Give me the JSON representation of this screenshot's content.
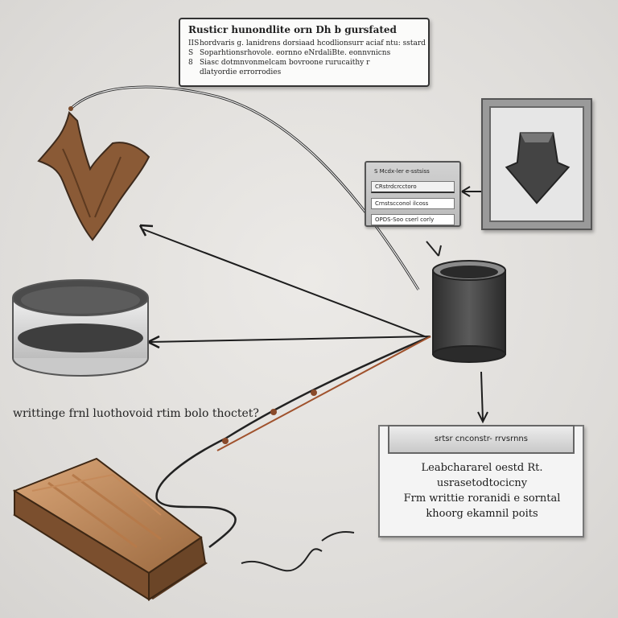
{
  "note_card": {
    "title": "Rusticr hunondlite orn Dh b gursfated",
    "lines": [
      {
        "num": "IIS",
        "text": "hordvaris g. lanidrens dorsiaad hcodlionsurr aciaf ntu: sstard"
      },
      {
        "num": "S",
        "text": "Soparhtionsrhovole. eornno eNrdaliBte. eonnvnicns"
      },
      {
        "num": "8",
        "text": "Siasc dotmnvonmelcam bovroone rurucaithy r"
      },
      {
        "num": "",
        "text": "dlatyordie errorrodies"
      }
    ]
  },
  "form_panel": {
    "rows": [
      "S Mcdx-ler e-sstsiss",
      "CRstrdcrcctoro",
      "Crnstscconol ilcoss",
      "OPDS-Soo cserl corly"
    ]
  },
  "caption": "writtinge frnl luothovoid rtim bolo thoctet?",
  "info_box": {
    "header": "srtsr cnconstr- rrvsrnns",
    "lines": [
      "Leabchararel oestd Rt.",
      "usrasetodtocicny",
      "Frm writtie roranidi e sorntal",
      "khoorg ekamnil poits"
    ]
  }
}
